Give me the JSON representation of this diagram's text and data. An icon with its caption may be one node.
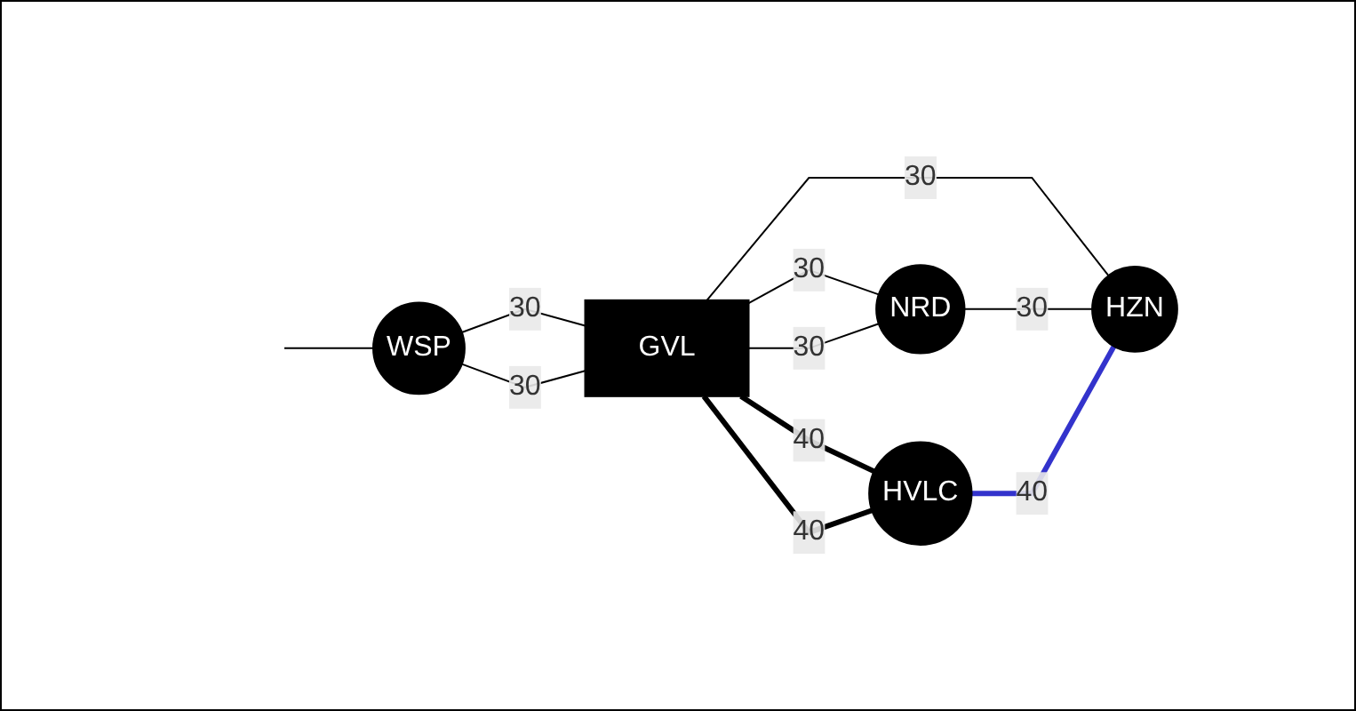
{
  "diagram": {
    "nodes": [
      {
        "text": [
          "WSP"
        ]
      },
      {
        "text": [
          "GVL"
        ]
      },
      {
        "text": [
          "NRD"
        ]
      },
      {
        "text": [
          "HVLC"
        ]
      },
      {
        "text": [
          "HZN"
        ]
      }
    ],
    "edges": [
      {
        "from": null,
        "to": 0,
        "arrow": "none"
      },
      {
        "from": 0,
        "to": 1,
        "arrow": "none",
        "label": "30"
      },
      {
        "from": 0,
        "to": 1,
        "arrow": "none",
        "label": "30"
      },
      {
        "from": 1,
        "to": 2,
        "arrow": "none",
        "label": "30"
      },
      {
        "from": 1,
        "to": 2,
        "arrow": "none",
        "label": "30"
      },
      {
        "from": 1,
        "to": 3,
        "arrow": "none",
        "label": "40",
        "style": "thick"
      },
      {
        "from": 1,
        "to": 3,
        "arrow": "none",
        "label": "40",
        "style": "thick"
      },
      {
        "from": 1,
        "to": 4,
        "arrow": "none",
        "label": "30"
      },
      {
        "from": 2,
        "to": 4,
        "arrow": "none",
        "label": "30"
      },
      {
        "from": 3,
        "to": 4,
        "arrow": "none",
        "label": "40",
        "style": "thick",
        "color": "#3333cc"
      }
    ]
  }
}
